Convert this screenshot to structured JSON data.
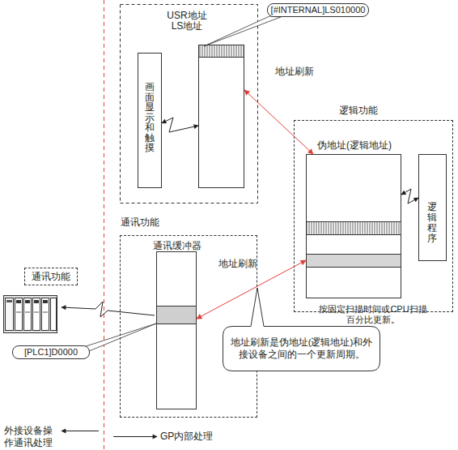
{
  "diagram": {
    "nodes": [
      {
        "text": [
          "USR地址 LS地址"
        ]
      },
      {
        "text": [
          "[#INTERNAL]LS010000"
        ]
      },
      {
        "text": [
          "画面显示和触摸"
        ]
      },
      {
        "text": [
          "逻辑功能",
          "按固定扫描时间或CPU扫描百分比更新。"
        ]
      },
      {
        "text": [
          "伪地址(逻辑地址)"
        ],
        "in": 3
      },
      {
        "text": [
          "逻辑程序"
        ],
        "in": 3
      },
      {
        "text": [
          "通讯功能"
        ]
      },
      {
        "text": [
          "通讯缓冲器"
        ],
        "in": 6
      },
      {
        "text": [
          "通讯功能"
        ]
      },
      {
        "text": [
          "[PLC1]D0000"
        ]
      },
      {
        "text": [
          "地址刷新是伪地址(逻辑地址)和外接设备之间的一个更新周期。"
        ]
      }
    ],
    "edges": [
      {
        "from": 2,
        "to": 0,
        "arrow": "both"
      },
      {
        "from": 0,
        "to": 4,
        "arrow": "both",
        "label": "地址刷新"
      },
      {
        "from": 7,
        "to": 4,
        "arrow": "both",
        "label": "地址刷新"
      },
      {
        "from": 4,
        "to": 5,
        "arrow": "both"
      }
    ],
    "labels": [
      "外接设备操作通讯处理",
      "GP内部处理"
    ]
  }
}
